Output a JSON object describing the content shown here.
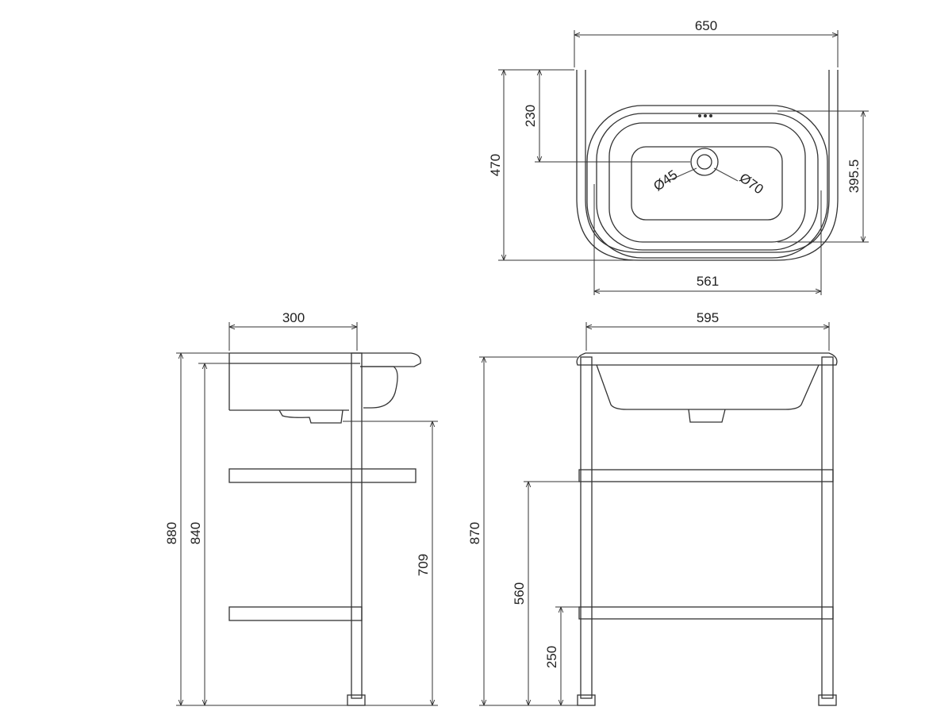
{
  "drawing": {
    "line_color": "#333333",
    "background": "#ffffff"
  },
  "plan_view": {
    "width_overall": "650",
    "depth_overall": "470",
    "waste_offset": "230",
    "bowl_depth": "395.5",
    "bowl_width": "561",
    "waste_diameter": "Ø45",
    "outer_diameter": "Ø70"
  },
  "side_view": {
    "depth": "300",
    "height_top": "880",
    "height_rim": "840",
    "height_waste": "709"
  },
  "front_view": {
    "width": "595",
    "height": "870",
    "shelf_upper_height": "560",
    "shelf_lower_height": "250"
  }
}
